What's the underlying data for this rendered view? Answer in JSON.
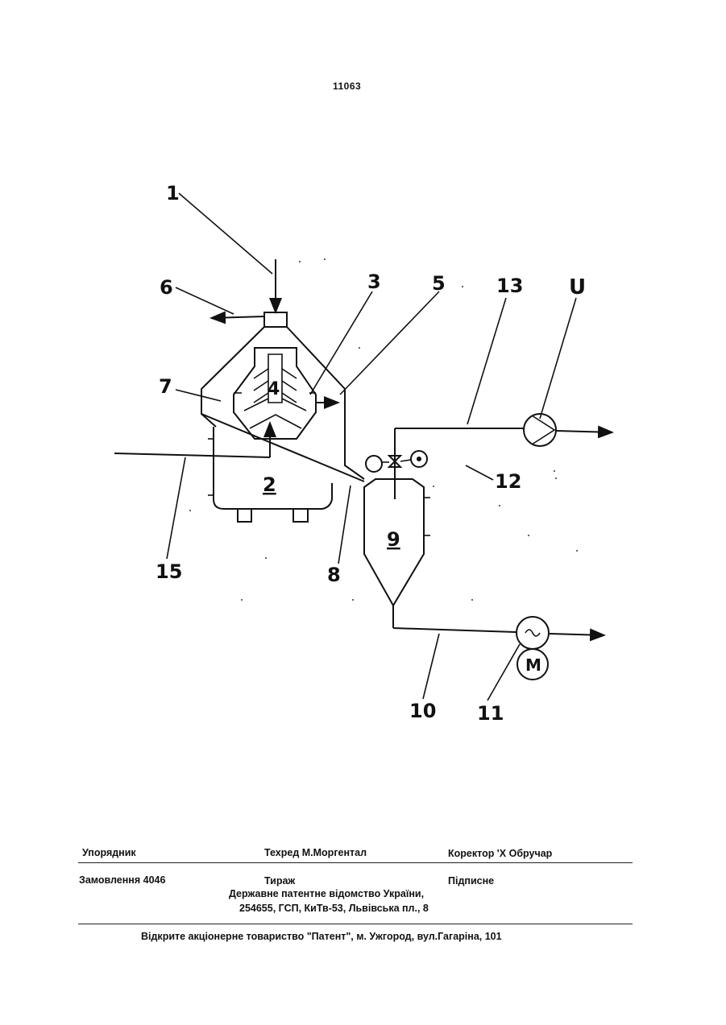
{
  "page_number": "11063",
  "figure": {
    "labels": {
      "l1": "1",
      "l2": "2",
      "l3": "3",
      "l4": "4",
      "l5": "5",
      "l6": "6",
      "l7": "7",
      "l8": "8",
      "l9": "9",
      "l10": "10",
      "l11": "11",
      "l12": "12",
      "l13": "13",
      "l15": "15",
      "lU": "U",
      "lM": "M"
    }
  },
  "footer": {
    "compiler": "Упорядник",
    "tech_editor": "Техред М.Моргентал",
    "corrector": "Коректор 'Х Обручар",
    "order": "Замовлення 4046",
    "circulation": "Тираж",
    "subscription": "Підписне",
    "office": "Державне патентне відомство України,",
    "address": "254655, ГСП, КиТв-53, Львівська пл., 8",
    "publisher": "Відкрите акціонерне товариство \"Патент\", м. Ужгород, вул.Гагаріна, 101"
  }
}
